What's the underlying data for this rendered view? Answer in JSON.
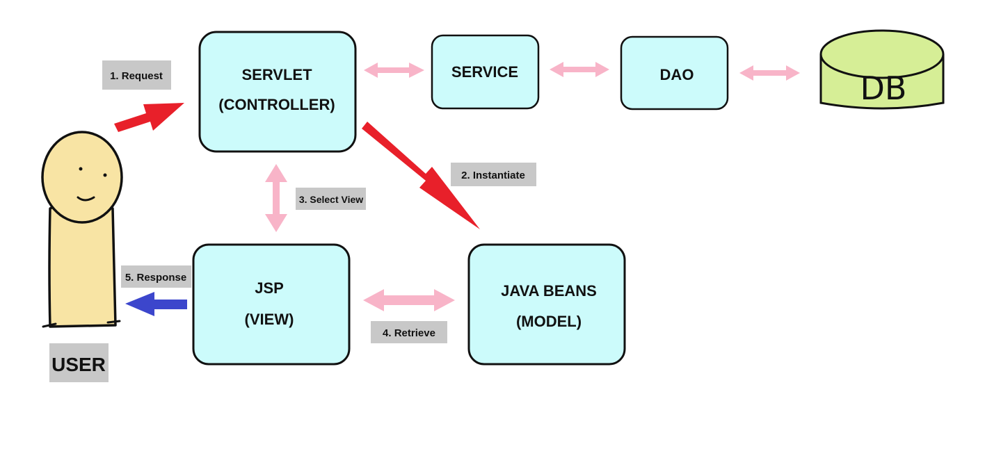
{
  "colors": {
    "box_fill": "#ccfbfb",
    "box_stroke": "#111111",
    "tag_fill": "#c8c8c8",
    "request_arrow": "#e8202a",
    "response_arrow": "#3c46cc",
    "link_arrow": "#f8b4c8",
    "db_fill": "#d6ee96",
    "user_fill": "#f8e4a4"
  },
  "nodes": {
    "servlet": {
      "line1": "SERVLET",
      "line2": "(CONTROLLER)"
    },
    "service": {
      "label": "SERVICE"
    },
    "dao": {
      "label": "DAO"
    },
    "db": {
      "label": "DB"
    },
    "jsp": {
      "line1": "JSP",
      "line2": "(VIEW)"
    },
    "beans": {
      "line1": "JAVA BEANS",
      "line2": "(MODEL)"
    },
    "user": {
      "label": "USER"
    }
  },
  "steps": {
    "request": "1. Request",
    "instantiate": "2. Instantiate",
    "select_view": "3. Select View",
    "retrieve": "4. Retrieve",
    "response": "5. Response"
  }
}
